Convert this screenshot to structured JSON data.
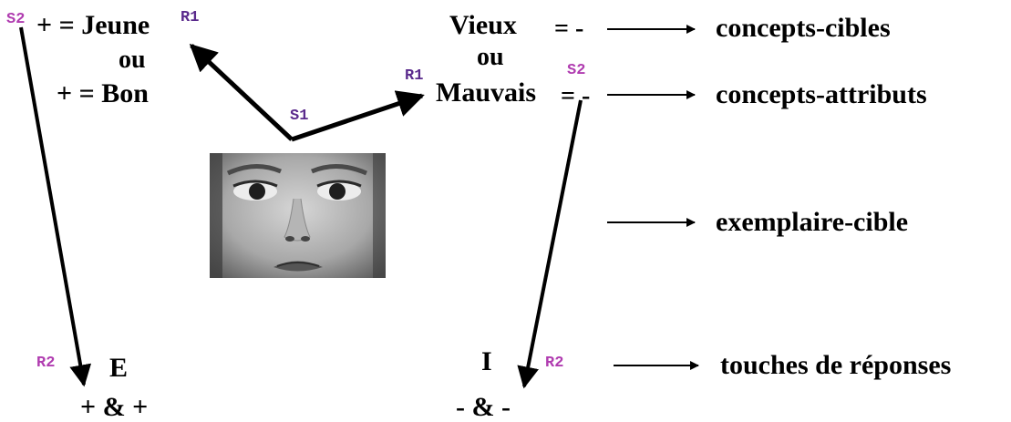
{
  "colors": {
    "s1": "#5a2a8c",
    "r1": "#5a2a8c",
    "s2": "#b03cb0",
    "r2": "#b03cb0",
    "text": "#000000"
  },
  "left": {
    "top_line": "+ = Jeune",
    "or": "ou",
    "bottom_line": "+ = Bon",
    "key": "E",
    "combo": "+ & +"
  },
  "right": {
    "top_word": "Vieux",
    "top_sign": "= -",
    "or": "ou",
    "bottom_word": "Mauvais",
    "bottom_sign": "= -",
    "key": "I",
    "combo": "- & -"
  },
  "markers": {
    "s1": "S1",
    "r1_left": "R1",
    "r1_right": "R1",
    "s2_left": "S2",
    "s2_right": "S2",
    "r2_left": "R2",
    "r2_right": "R2"
  },
  "labels": {
    "target_concepts": "concepts-cibles",
    "attribute_concepts": "concepts-attributs",
    "target_exemplar": "exemplaire-cible",
    "response_keys": "touches de réponses"
  },
  "image": {
    "description_icon": "sad-face-photo-icon"
  }
}
